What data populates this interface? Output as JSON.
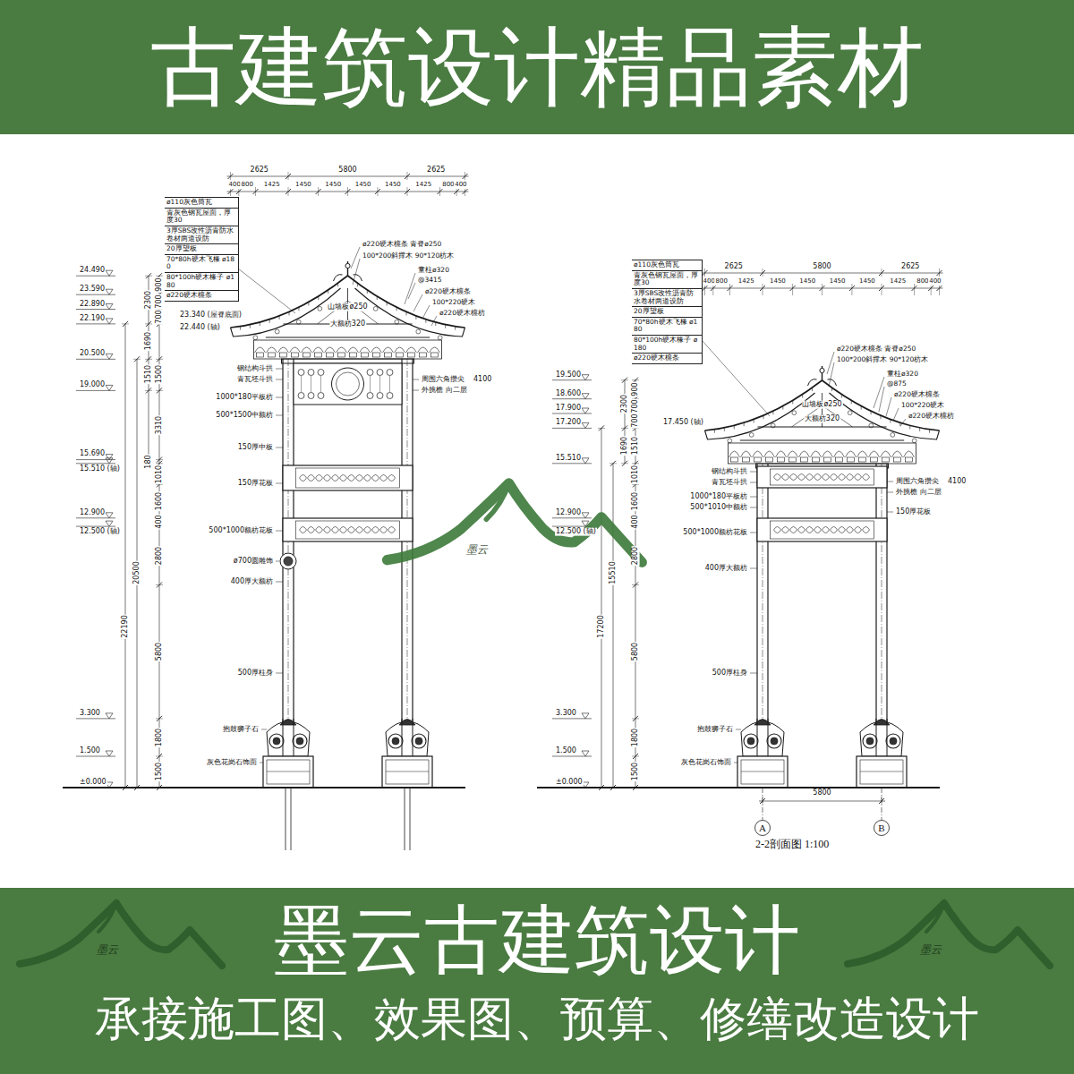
{
  "diagram": {
    "caption": "2-2剖面图 1:100",
    "nodes": [
      {
        "text": [
          "古建筑设计精品素材"
        ]
      },
      {
        "text": [
          "墨云古建筑设计",
          "承接施工图、效果图、预算、修缮改造设计"
        ]
      },
      {
        "text": [
          "A"
        ]
      },
      {
        "text": [
          "B"
        ]
      }
    ],
    "labels": [
      "2625",
      "5800",
      "2625",
      "400",
      "800",
      "1425",
      "1450",
      "1450",
      "1450",
      "1450",
      "1425",
      "800",
      "400",
      "24.490",
      "23.590",
      "22.890",
      "22.190",
      "20.500",
      "19.000",
      "15.690",
      "15.510 (轴)",
      "12.900",
      "12.500 (轴)",
      "3.300",
      "1.500",
      "±0.000",
      "22190",
      "20500",
      "2300",
      "1690",
      "1510",
      "180",
      "900",
      "700",
      "700",
      "1500",
      "3310",
      "1010",
      "1600",
      "400",
      "2800",
      "5800",
      "1800",
      "1500",
      "ø110灰色筒瓦",
      "青灰色钢瓦屋面，厚度30",
      "3厚SBS改性沥青防水卷材两道设防",
      "20厚望板",
      "70*80h硬木飞椽 ø180",
      "80*100h硬木椽子 ø180",
      "ø220硬木檩条",
      "23.340 (屋脊底面)",
      "22.440 (轴)",
      "钢结构斗拱",
      "青瓦坯斗拱",
      "1000*180平板枋",
      "500*1500中额枋",
      "150厚中板",
      "150厚花板",
      "500*1000额枋花板",
      "ø700圆雕饰",
      "400厚大额枋",
      "500厚柱身",
      "抱鼓狮子石",
      "灰色花岗石饰面",
      "周围六角攒尖",
      "4100",
      "外挑檐 向二层",
      "ø220硬木檩条 青脊ø250",
      "100*200斜撑木 90*120枋木",
      "童柱ø320",
      "@3415",
      "ø220硬木檩条",
      "100*220硬木",
      "ø220硬木檩枋",
      "山墙板ø250",
      "大额枋320",
      "2625",
      "5800",
      "2625",
      "400",
      "800",
      "1425",
      "1450",
      "1450",
      "1450",
      "1450",
      "1425",
      "800",
      "400",
      "19.500",
      "18.600",
      "17.900",
      "17.200",
      "15.510",
      "12.900",
      "12.500 (轴)",
      "3.300",
      "1.500",
      "±0.000",
      "17200",
      "15510",
      "2300",
      "1690",
      "900",
      "700",
      "700",
      "1510",
      "1010",
      "1600",
      "400",
      "2800",
      "5800",
      "1800",
      "1500",
      "ø110灰色筒瓦",
      "青灰色钢瓦屋面，厚度30",
      "3厚SBS改性沥青防水卷材两道设防",
      "20厚望板",
      "70*80h硬木飞椽 ø180",
      "80*100h硬木椽子 ø180",
      "ø220硬木檩条",
      "17.450 (轴)",
      "钢结构斗拱",
      "青瓦坯斗拱",
      "1000*180平板枋",
      "500*1010中额枋",
      "500*1000额枋花板",
      "400厚大额枋",
      "500厚柱身",
      "抱鼓狮子石",
      "灰色花岗石饰面",
      "周围六角攒尖",
      "4100",
      "外挑檐 向二层",
      "150厚花板",
      "ø220硬木檩条 青脊ø250",
      "100*200斜撑木 90*120枋木",
      "童柱ø320",
      "@875",
      "ø220硬木檩条",
      "100*220硬木",
      "ø220硬木檩枋",
      "山墙板ø250",
      "大额枋320",
      "5800",
      "墨云",
      "墨云",
      "墨云"
    ]
  }
}
